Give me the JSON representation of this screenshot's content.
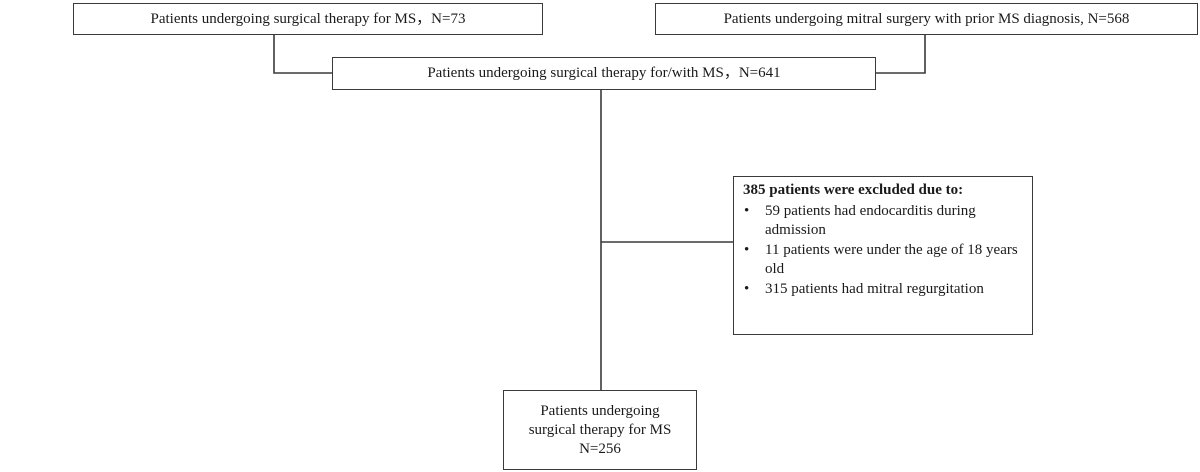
{
  "boxes": {
    "surgical_ms": "Patients undergoing surgical therapy for MS，N=73",
    "mitral_prior_ms": "Patients undergoing mitral surgery with prior MS diagnosis, N=568",
    "combined": "Patients undergoing surgical therapy for/with MS，N=641",
    "final": {
      "lines": [
        "Patients undergoing",
        "surgical therapy for MS",
        "N=256"
      ]
    }
  },
  "exclusion": {
    "title": "385 patients were excluded due to:",
    "bullet": "•",
    "items": [
      "59 patients had endocarditis during admission",
      "11 patients were under the age of 18 years old",
      "315 patients had mitral regurgitation"
    ]
  }
}
